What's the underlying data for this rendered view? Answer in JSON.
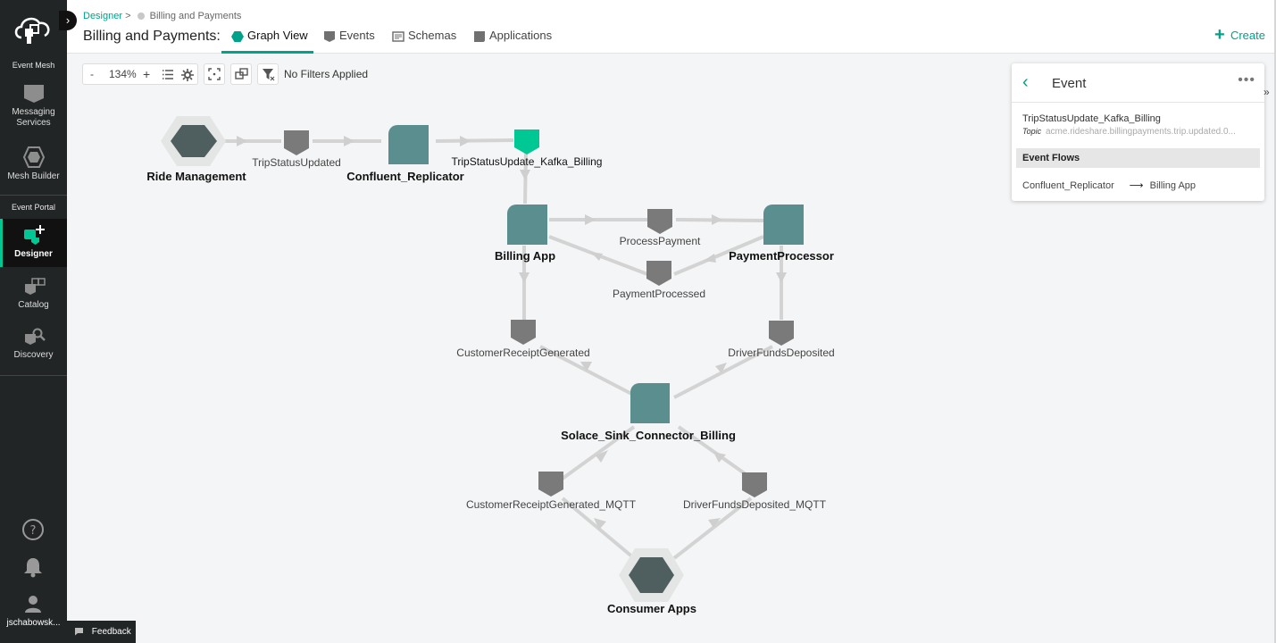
{
  "nav": {
    "section_event_mesh": "Event Mesh",
    "messaging_services": "Messaging Services",
    "mesh_builder": "Mesh Builder",
    "section_event_portal": "Event Portal",
    "designer": "Designer",
    "catalog": "Catalog",
    "discovery": "Discovery",
    "user": "jschabowsk...",
    "accent_color": "#00c895"
  },
  "header": {
    "breadcrumb_root": "Designer",
    "breadcrumb_sep": ">",
    "breadcrumb_current": "Billing and Payments",
    "title": "Billing and Payments:",
    "tabs": [
      {
        "label": "Graph View",
        "icon": "hexagon-icon",
        "active": true
      },
      {
        "label": "Events",
        "icon": "event-icon",
        "active": false
      },
      {
        "label": "Schemas",
        "icon": "schema-icon",
        "active": false
      },
      {
        "label": "Applications",
        "icon": "application-icon",
        "active": false
      }
    ],
    "create_label": "Create"
  },
  "toolbar": {
    "zoom_out": "-",
    "zoom_level": "134%",
    "zoom_in": "+",
    "filter_status": "No Filters Applied"
  },
  "graph": {
    "nodes": {
      "ride_management": "Ride Management",
      "confluent_replicator": "Confluent_Replicator",
      "billing_app": "Billing App",
      "payment_processor": "PaymentProcessor",
      "sink_connector": "Solace_Sink_Connector_Billing",
      "consumer_apps": "Consumer Apps"
    },
    "events": {
      "trip_status_updated": "TripStatusUpdated",
      "trip_status_kafka": "TripStatusUpdate_Kafka_Billing",
      "process_payment": "ProcessPayment",
      "payment_processed": "PaymentProcessed",
      "customer_receipt": "CustomerReceiptGenerated",
      "driver_funds": "DriverFundsDeposited",
      "customer_receipt_mqtt": "CustomerReceiptGenerated_MQTT",
      "driver_funds_mqtt": "DriverFundsDeposited_MQTT"
    }
  },
  "panel": {
    "title": "Event",
    "more": "•••",
    "event_name": "TripStatusUpdate_Kafka_Billing",
    "topic_key": "Topic",
    "topic_value": "acme.rideshare.billingpayments.trip.updated.0...",
    "flows_header": "Event Flows",
    "flow_from": "Confluent_Replicator",
    "flow_arrow": "⟶",
    "flow_to": "Billing App"
  },
  "feedback_label": "Feedback"
}
